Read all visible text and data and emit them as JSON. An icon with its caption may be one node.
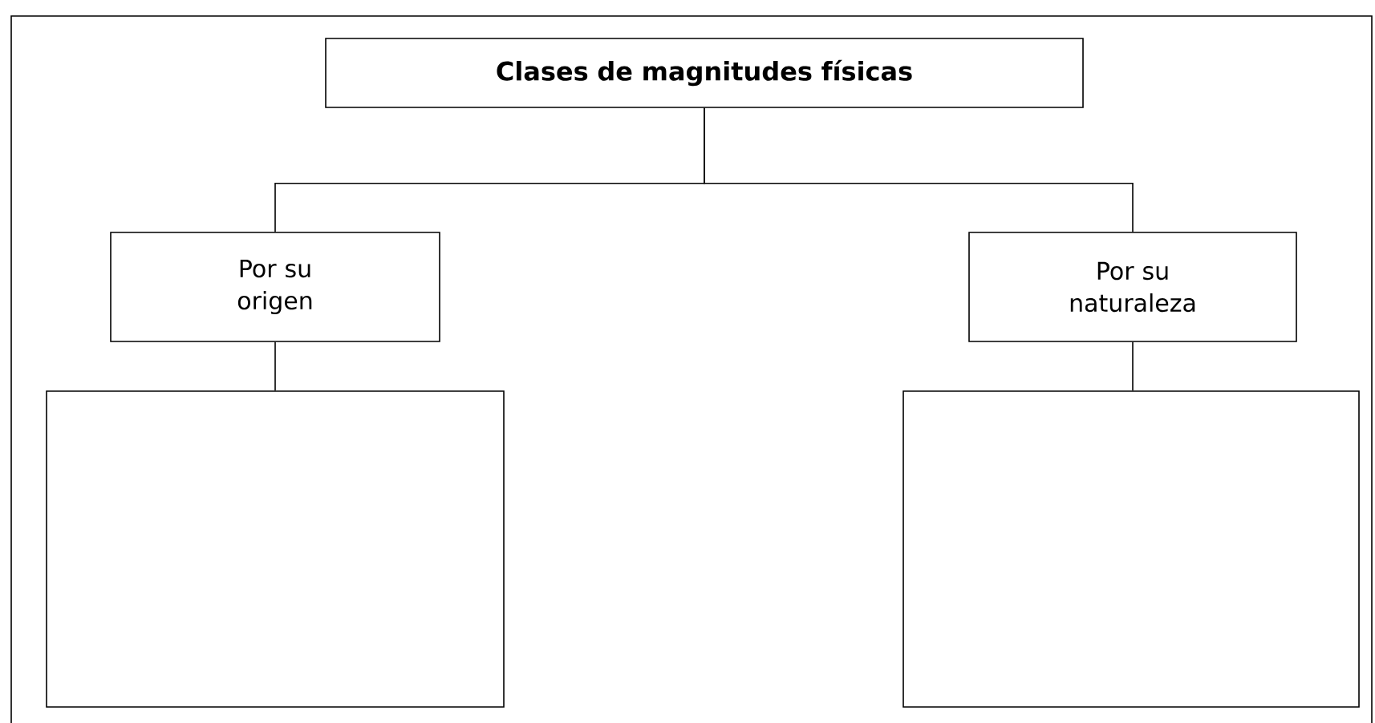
{
  "diagram": {
    "nodes": [
      {
        "text": [
          "Clases de magnitudes físicas"
        ]
      },
      {
        "text": [
          "Por su origen"
        ]
      },
      {
        "text": [
          "Por su naturaleza"
        ]
      },
      {
        "text": [],
        "shape": "box"
      },
      {
        "text": [],
        "shape": "box"
      }
    ],
    "edges": [
      {
        "from": 0,
        "to": 1,
        "arrow": "none"
      },
      {
        "from": 0,
        "to": 2,
        "arrow": "none"
      },
      {
        "from": 1,
        "to": 3,
        "arrow": "none"
      },
      {
        "from": 2,
        "to": 4,
        "arrow": "none"
      }
    ]
  }
}
